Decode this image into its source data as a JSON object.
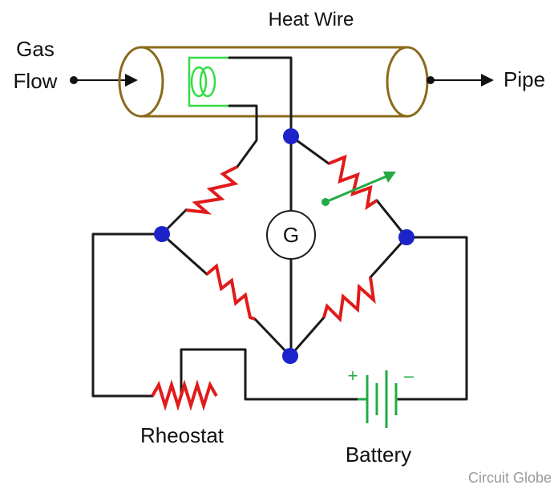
{
  "labels": {
    "heat_wire": "Heat Wire",
    "gas": "Gas",
    "flow": "Flow",
    "pipe": "Pipe",
    "galvanometer": "G",
    "rheostat": "Rheostat",
    "battery": "Battery",
    "battery_plus": "+",
    "battery_minus": "–",
    "watermark": "Circuit Globe"
  },
  "colors": {
    "wire": "#1a1a1a",
    "resistor": "#e11b1b",
    "node": "#1c23c8",
    "tube": "#8a6a1c",
    "heat_coil": "#33dd44",
    "battery": "#22aa44"
  }
}
